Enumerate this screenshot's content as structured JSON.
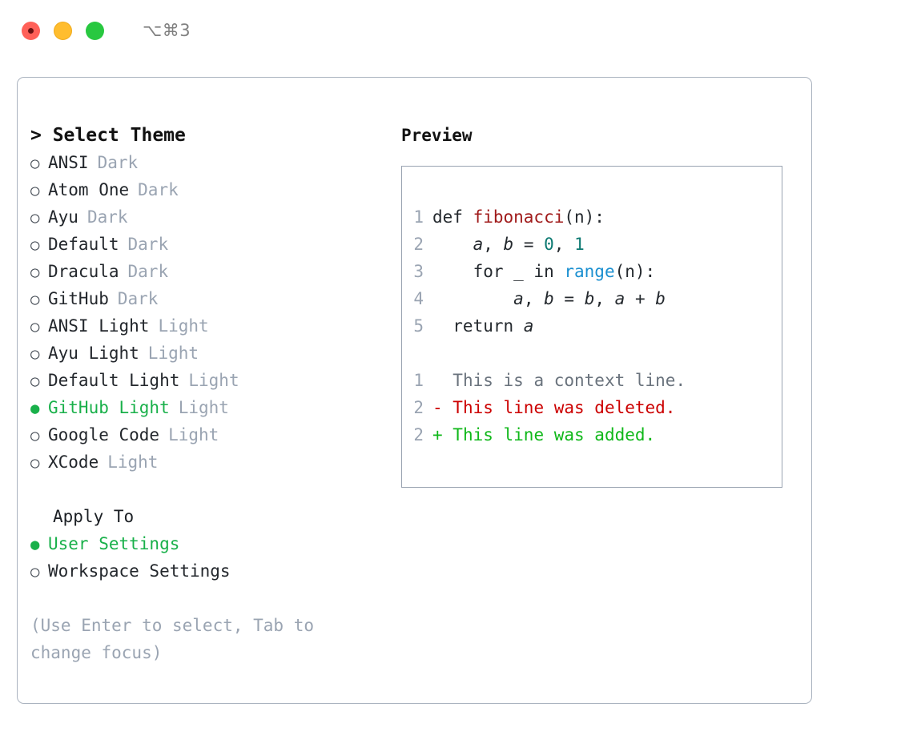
{
  "window": {
    "shortcut": "⌥⌘3",
    "traffic_lights": [
      {
        "name": "close",
        "color": "#ff6058"
      },
      {
        "name": "minimize",
        "color": "#ffbd2e"
      },
      {
        "name": "maximize",
        "color": "#28c840"
      }
    ]
  },
  "left": {
    "heading": "> Select Theme",
    "themes": [
      {
        "bullet": "○",
        "name": "ANSI",
        "variant": "Dark",
        "selected": false
      },
      {
        "bullet": "○",
        "name": "Atom One",
        "variant": "Dark",
        "selected": false
      },
      {
        "bullet": "○",
        "name": "Ayu",
        "variant": "Dark",
        "selected": false
      },
      {
        "bullet": "○",
        "name": "Default",
        "variant": "Dark",
        "selected": false
      },
      {
        "bullet": "○",
        "name": "Dracula",
        "variant": "Dark",
        "selected": false
      },
      {
        "bullet": "○",
        "name": "GitHub",
        "variant": "Dark",
        "selected": false
      },
      {
        "bullet": "○",
        "name": "ANSI Light",
        "variant": "Light",
        "selected": false
      },
      {
        "bullet": "○",
        "name": "Ayu Light",
        "variant": "Light",
        "selected": false
      },
      {
        "bullet": "○",
        "name": "Default Light",
        "variant": "Light",
        "selected": false
      },
      {
        "bullet": "●",
        "name": "GitHub Light",
        "variant": "Light",
        "selected": true
      },
      {
        "bullet": "○",
        "name": "Google Code",
        "variant": "Light",
        "selected": false
      },
      {
        "bullet": "○",
        "name": "XCode",
        "variant": "Light",
        "selected": false
      }
    ],
    "apply_to_heading": "Apply To",
    "apply_to": [
      {
        "bullet": "●",
        "label": "User Settings",
        "selected": true
      },
      {
        "bullet": "○",
        "label": "Workspace Settings",
        "selected": false
      }
    ],
    "hint": "(Use Enter to select, Tab to change focus)"
  },
  "right": {
    "preview_label": "Preview",
    "code": [
      {
        "no": "1",
        "parts": [
          {
            "t": "def ",
            "c": "plain"
          },
          {
            "t": "fibonacci",
            "c": "func"
          },
          {
            "t": "(n):",
            "c": "plain"
          }
        ]
      },
      {
        "no": "2",
        "parts": [
          {
            "t": "    ",
            "c": "plain"
          },
          {
            "t": "a",
            "c": "var"
          },
          {
            "t": ", ",
            "c": "plain"
          },
          {
            "t": "b",
            "c": "var"
          },
          {
            "t": " = ",
            "c": "plain"
          },
          {
            "t": "0",
            "c": "num"
          },
          {
            "t": ", ",
            "c": "plain"
          },
          {
            "t": "1",
            "c": "num"
          }
        ]
      },
      {
        "no": "3",
        "parts": [
          {
            "t": "    for _ in ",
            "c": "plain"
          },
          {
            "t": "range",
            "c": "call"
          },
          {
            "t": "(n):",
            "c": "plain"
          }
        ]
      },
      {
        "no": "4",
        "parts": [
          {
            "t": "        ",
            "c": "plain"
          },
          {
            "t": "a",
            "c": "var"
          },
          {
            "t": ", ",
            "c": "plain"
          },
          {
            "t": "b",
            "c": "var"
          },
          {
            "t": " = ",
            "c": "plain"
          },
          {
            "t": "b",
            "c": "var"
          },
          {
            "t": ", ",
            "c": "plain"
          },
          {
            "t": "a",
            "c": "var"
          },
          {
            "t": " + ",
            "c": "plain"
          },
          {
            "t": "b",
            "c": "var"
          }
        ]
      },
      {
        "no": "5",
        "parts": [
          {
            "t": "  return ",
            "c": "plain"
          },
          {
            "t": "a",
            "c": "var"
          }
        ]
      }
    ],
    "diff": [
      {
        "no": "1",
        "marker": "  ",
        "text": "This is a context line.",
        "kind": "ctx"
      },
      {
        "no": "2",
        "marker": "- ",
        "text": "This line was deleted.",
        "kind": "del"
      },
      {
        "no": "2",
        "marker": "+ ",
        "text": "This line was added.",
        "kind": "add"
      }
    ]
  },
  "colors": {
    "accent_green": "#19b04a",
    "diff_add": "#10b81a",
    "diff_del": "#cc0000",
    "muted": "#9aa4b2",
    "border": "#aab3bf"
  }
}
